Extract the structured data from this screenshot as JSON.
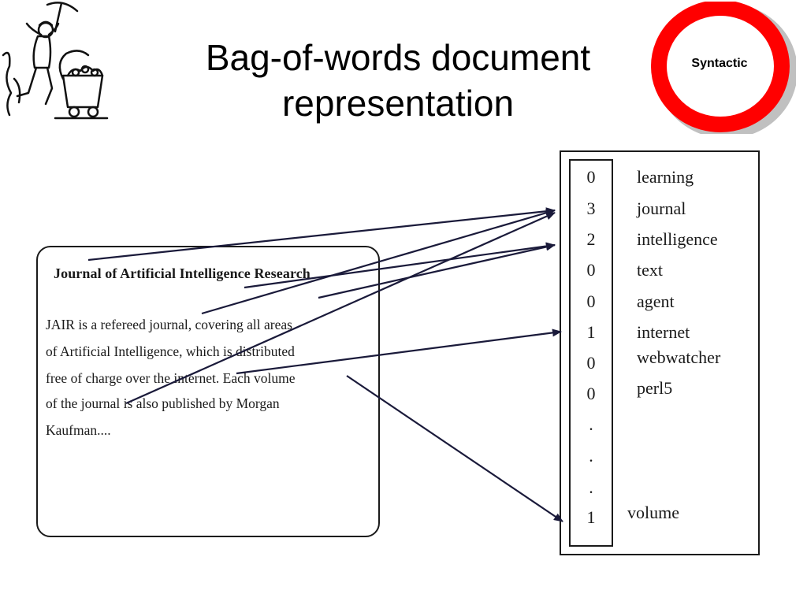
{
  "title": {
    "line1": "Bag-of-words document",
    "line2": "representation"
  },
  "badge": {
    "label": "Syntactic",
    "ring_color": "#ff0000",
    "shadow_color": "#c0c0c0"
  },
  "document": {
    "title": "Journal of Artificial Intelligence Research",
    "lines": [
      "JAIR is a refereed journal, covering all areas",
      "of Artificial Intelligence, which is distributed",
      "free of charge over the internet. Each volume",
      "of the journal is also published by Morgan",
      "Kaufman...."
    ]
  },
  "vector": {
    "rows": [
      {
        "count": "0",
        "word": "learning"
      },
      {
        "count": "3",
        "word": "journal"
      },
      {
        "count": "2",
        "word": "intelligence"
      },
      {
        "count": "0",
        "word": "text"
      },
      {
        "count": "0",
        "word": "agent"
      },
      {
        "count": "1",
        "word": "internet"
      },
      {
        "count": "0",
        "word": "webwatcher"
      },
      {
        "count": "0",
        "word": "perl5"
      },
      {
        "count": ".",
        "word": ""
      },
      {
        "count": ".",
        "word": ""
      },
      {
        "count": ".",
        "word": ""
      },
      {
        "count": "1",
        "word": "volume"
      }
    ]
  },
  "colors": {
    "arrow": "#1a1a3a",
    "text": "#1a1a1a"
  },
  "icons": {
    "miner": "miner-with-pickaxe-and-ore-cart-icon"
  }
}
